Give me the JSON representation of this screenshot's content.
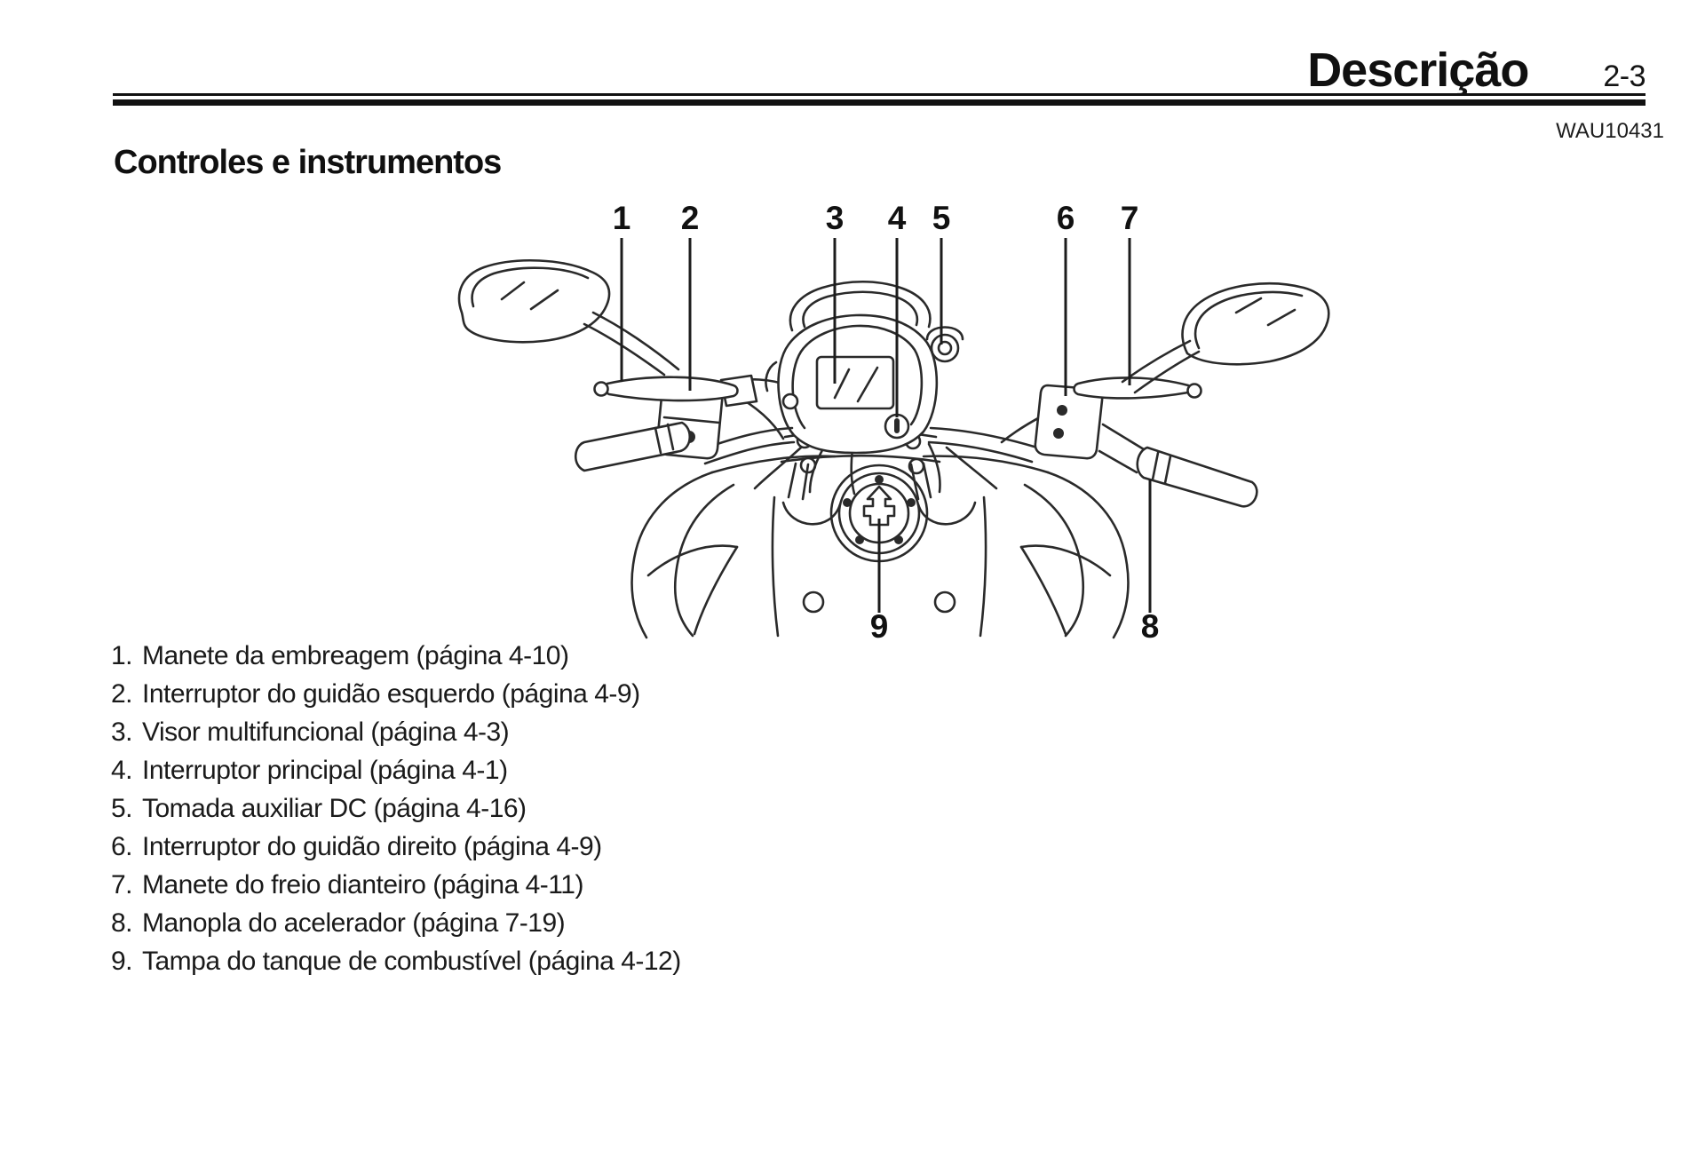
{
  "header": {
    "title": "Descrição",
    "page_number": "2-3",
    "code": "WAU10431"
  },
  "section": {
    "heading": "Controles e instrumentos"
  },
  "figure": {
    "description": "handlebar-top-view-line-drawing",
    "callouts": [
      "1",
      "2",
      "3",
      "4",
      "5",
      "6",
      "7",
      "8",
      "9"
    ]
  },
  "legend": {
    "items": [
      {
        "num": "1.",
        "text": "Manete da embreagem (página 4-10)"
      },
      {
        "num": "2.",
        "text": "Interruptor do guidão esquerdo (página 4-9)"
      },
      {
        "num": "3.",
        "text": "Visor multifuncional (página 4-3)"
      },
      {
        "num": "4.",
        "text": "Interruptor principal (página 4-1)"
      },
      {
        "num": "5.",
        "text": "Tomada auxiliar DC (página 4-16)"
      },
      {
        "num": "6.",
        "text": "Interruptor do guidão direito (página 4-9)"
      },
      {
        "num": "7.",
        "text": "Manete do freio dianteiro (página 4-11)"
      },
      {
        "num": "8.",
        "text": "Manopla do acelerador (página 7-19)"
      },
      {
        "num": "9.",
        "text": "Tampa do tanque de combustível (página 4-12)"
      }
    ]
  }
}
